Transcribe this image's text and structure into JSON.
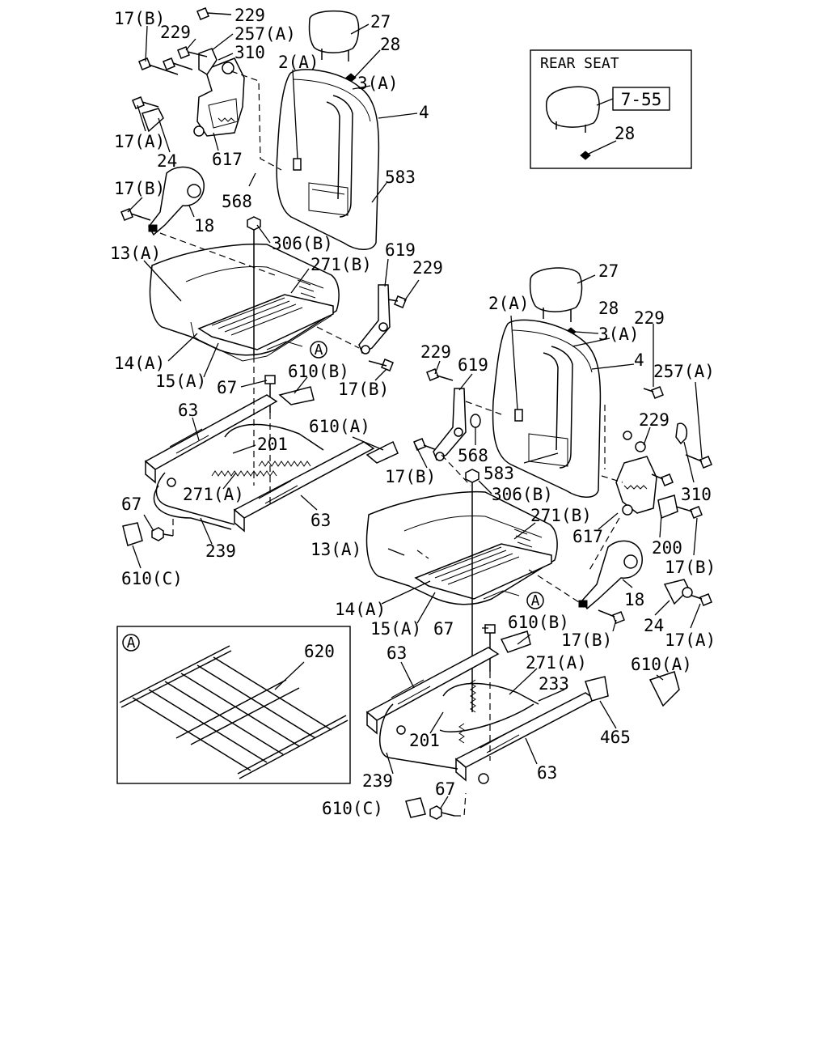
{
  "callouts": [
    {
      "id": "l-17b-1",
      "text": "17(B)"
    },
    {
      "id": "l-229-1",
      "text": "229"
    },
    {
      "id": "l-229-2",
      "text": "229"
    },
    {
      "id": "l-257a-1",
      "text": "257(A)"
    },
    {
      "id": "l-310-1",
      "text": "310"
    },
    {
      "id": "l-27-1",
      "text": "27"
    },
    {
      "id": "l-28-1",
      "text": "28"
    },
    {
      "id": "l-2a-1",
      "text": "2(A)"
    },
    {
      "id": "l-3a-1",
      "text": "3(A)"
    },
    {
      "id": "l-4-1",
      "text": "4"
    },
    {
      "id": "l-17a-1",
      "text": "17(A)"
    },
    {
      "id": "l-24-1",
      "text": "24"
    },
    {
      "id": "l-617-1",
      "text": "617"
    },
    {
      "id": "l-17b-2",
      "text": "17(B)"
    },
    {
      "id": "l-583-1",
      "text": "583"
    },
    {
      "id": "l-568-1",
      "text": "568"
    },
    {
      "id": "l-18-1",
      "text": "18"
    },
    {
      "id": "l-306b-1",
      "text": "306(B)"
    },
    {
      "id": "l-13a-1",
      "text": "13(A)"
    },
    {
      "id": "l-271b-1",
      "text": "271(B)"
    },
    {
      "id": "l-619-1",
      "text": "619"
    },
    {
      "id": "l-229-3",
      "text": "229"
    },
    {
      "id": "l-14a-1",
      "text": "14(A)"
    },
    {
      "id": "l-15a-1",
      "text": "15(A)"
    },
    {
      "id": "l-67-1",
      "text": "67"
    },
    {
      "id": "l-610b-1",
      "text": "610(B)"
    },
    {
      "id": "l-17b-3",
      "text": "17(B)"
    },
    {
      "id": "l-63-1",
      "text": "63"
    },
    {
      "id": "l-610a-1",
      "text": "610(A)"
    },
    {
      "id": "l-201-1",
      "text": "201"
    },
    {
      "id": "l-271a-1",
      "text": "271(A)"
    },
    {
      "id": "l-63-2",
      "text": "63"
    },
    {
      "id": "l-67-2",
      "text": "67"
    },
    {
      "id": "l-239-1",
      "text": "239"
    },
    {
      "id": "l-610c-1",
      "text": "610(C)"
    },
    {
      "id": "l-27-2",
      "text": "27"
    },
    {
      "id": "l-2a-2",
      "text": "2(A)"
    },
    {
      "id": "l-28-2",
      "text": "28"
    },
    {
      "id": "l-229-4",
      "text": "229"
    },
    {
      "id": "l-3a-2",
      "text": "3(A)"
    },
    {
      "id": "l-4-2",
      "text": "4"
    },
    {
      "id": "l-229-5",
      "text": "229"
    },
    {
      "id": "l-619-2",
      "text": "619"
    },
    {
      "id": "l-257a-2",
      "text": "257(A)"
    },
    {
      "id": "l-229-6",
      "text": "229"
    },
    {
      "id": "l-568-2",
      "text": "568"
    },
    {
      "id": "l-17b-4",
      "text": "17(B)"
    },
    {
      "id": "l-583-2",
      "text": "583"
    },
    {
      "id": "l-310-2",
      "text": "310"
    },
    {
      "id": "l-306b-2",
      "text": "306(B)"
    },
    {
      "id": "l-271b-2",
      "text": "271(B)"
    },
    {
      "id": "l-617-2",
      "text": "617"
    },
    {
      "id": "l-200-1",
      "text": "200"
    },
    {
      "id": "l-13a-2",
      "text": "13(A)"
    },
    {
      "id": "l-17b-5",
      "text": "17(B)"
    },
    {
      "id": "l-14a-2",
      "text": "14(A)"
    },
    {
      "id": "l-18-2",
      "text": "18"
    },
    {
      "id": "l-15a-2",
      "text": "15(A)"
    },
    {
      "id": "l-67-3",
      "text": "67"
    },
    {
      "id": "l-610b-2",
      "text": "610(B)"
    },
    {
      "id": "l-24-2",
      "text": "24"
    },
    {
      "id": "l-17b-6",
      "text": "17(B)"
    },
    {
      "id": "l-17a-2",
      "text": "17(A)"
    },
    {
      "id": "l-63-3",
      "text": "63"
    },
    {
      "id": "l-271a-2",
      "text": "271(A)"
    },
    {
      "id": "l-610a-2",
      "text": "610(A)"
    },
    {
      "id": "l-233-1",
      "text": "233"
    },
    {
      "id": "l-465-1",
      "text": "465"
    },
    {
      "id": "l-201-2",
      "text": "201"
    },
    {
      "id": "l-63-4",
      "text": "63"
    },
    {
      "id": "l-239-2",
      "text": "239"
    },
    {
      "id": "l-67-4",
      "text": "67"
    },
    {
      "id": "l-610c-2",
      "text": "610(C)"
    }
  ],
  "rear_seat_box": {
    "title": "REAR SEAT",
    "ref": "7-55",
    "part": "28"
  },
  "detail_box": {
    "marker": "A",
    "part": "620"
  },
  "markers": {
    "a1": "A",
    "a2": "A"
  }
}
